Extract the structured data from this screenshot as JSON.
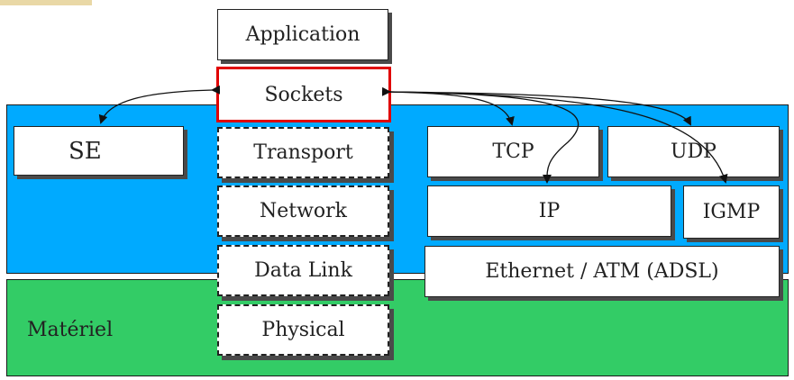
{
  "colors": {
    "os_region": "#00aaff",
    "hardware_region": "#33cc66",
    "highlight": "#e00000"
  },
  "stack": [
    "Application",
    "Sockets",
    "Transport",
    "Network",
    "Data Link",
    "Physical"
  ],
  "os": {
    "box": "SE"
  },
  "hardware": {
    "label": "Matériel"
  },
  "protocols": {
    "tcp": "TCP",
    "udp": "UDP",
    "ip": "IP",
    "igmp": "IGMP",
    "link": "Ethernet / ATM (ADSL)"
  }
}
